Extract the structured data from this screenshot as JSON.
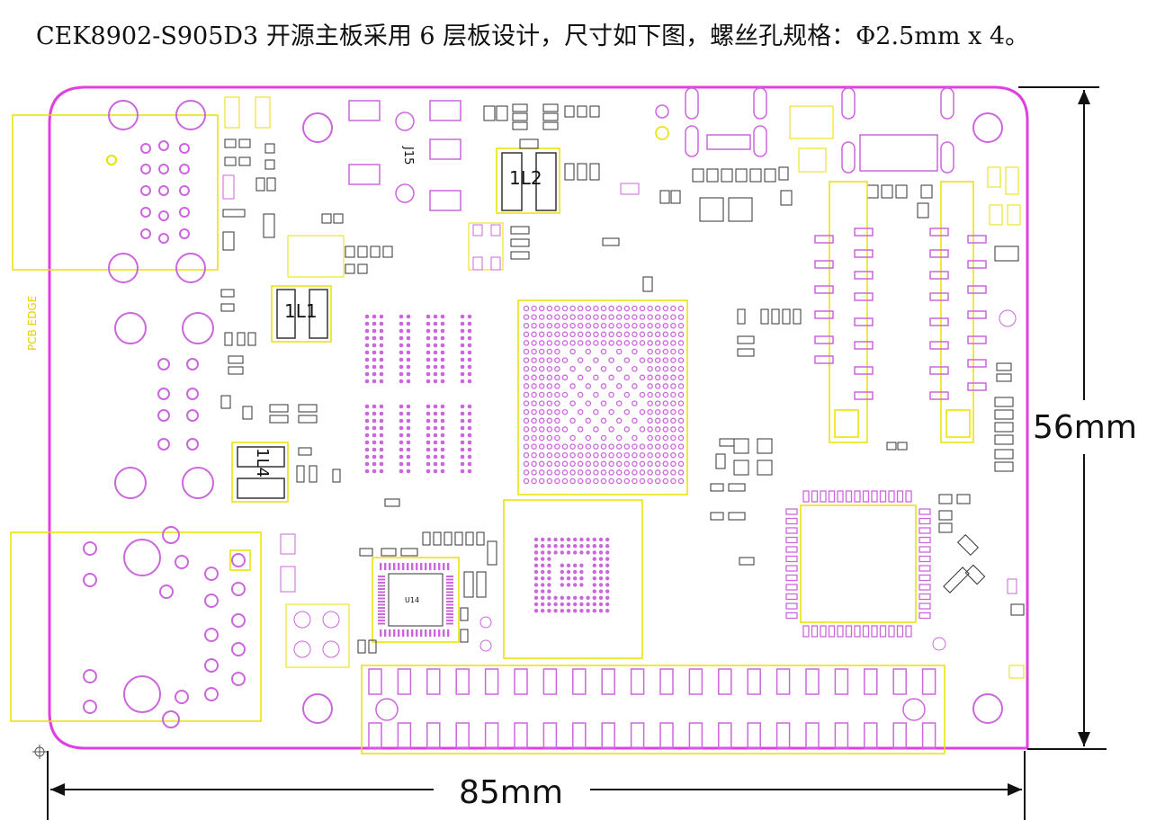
{
  "caption": "CEK8902-S905D3 开源主板采用 6 层板设计，尺寸如下图，螺丝孔规格：Φ2.5mm x 4。",
  "dimensions": {
    "width": "85mm",
    "height": "56mm"
  },
  "labels": {
    "pcb_edge": "PCB EDGE",
    "inductor_1": "1L1",
    "inductor_2": "1L2",
    "inductor_4": "1L4",
    "j15": "J15",
    "u14": "U14"
  },
  "colors": {
    "outline": "#e040e0",
    "silk": "#e8e000",
    "pad": "#cc66dd",
    "dim": "#111111"
  }
}
